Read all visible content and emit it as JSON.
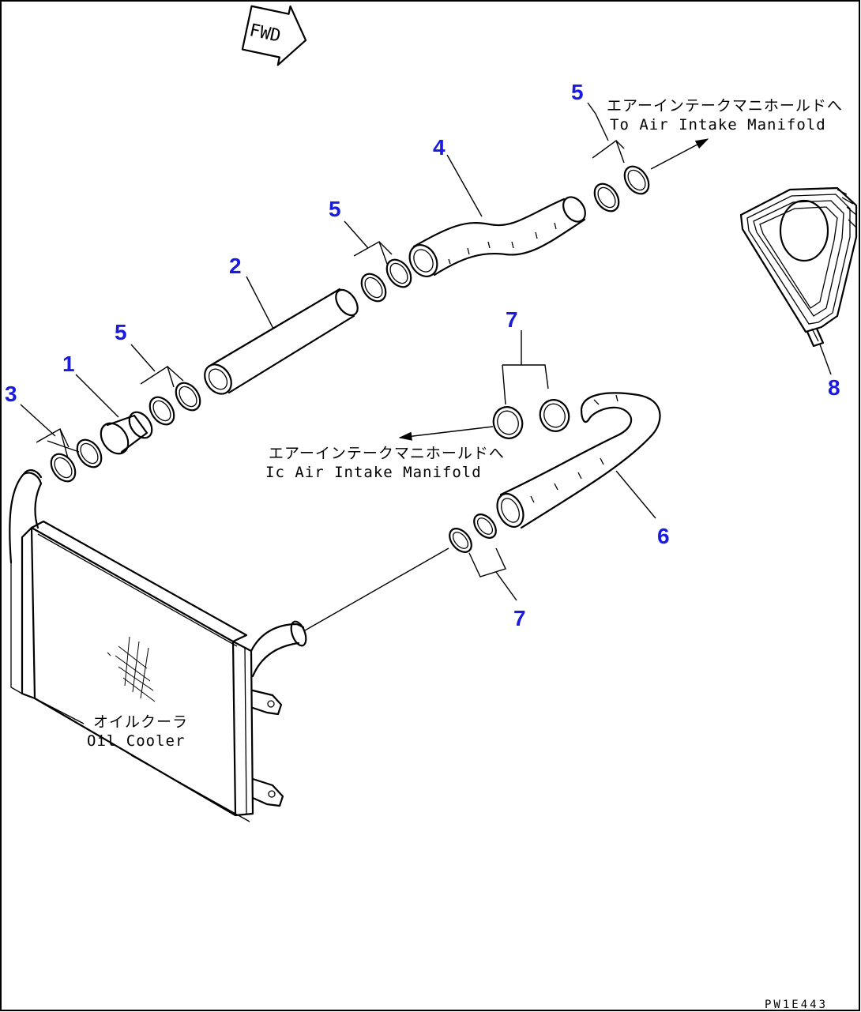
{
  "fwd_label": "FWD",
  "callouts": {
    "c1": "1",
    "c2": "2",
    "c3": "3",
    "c4": "4",
    "c5a": "5",
    "c5b": "5",
    "c5c": "5",
    "c6": "6",
    "c7a": "7",
    "c7b": "7",
    "c8": "8"
  },
  "notes": {
    "upper_jp": "エアーインテークマニホールドへ",
    "upper_en": "To Air Intake Manifold",
    "middle_jp": "エアーインテークマニホールドへ",
    "middle_en": "Ic Air Intake Manifold",
    "oil_cooler_jp": "オイルクーラ",
    "oil_cooler_en": "Oil Cooler"
  },
  "drawing_number": "PW1E443",
  "colors": {
    "callout": "#1a1ae0",
    "line": "#000000",
    "background": "#ffffff"
  }
}
